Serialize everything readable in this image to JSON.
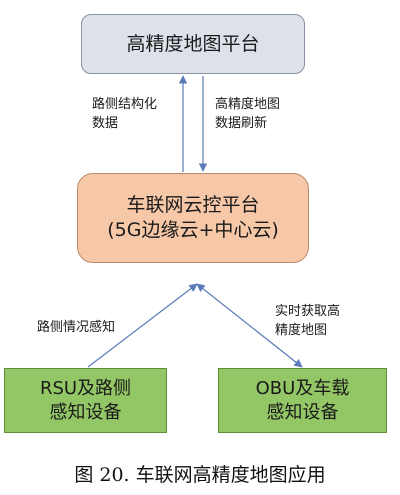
{
  "diagram": {
    "hd_map_platform": {
      "label": "高精度地图平台"
    },
    "cloud_platform": {
      "line1": "车联网云控平台",
      "line2": "(5G边缘云+中心云)"
    },
    "rsu_device": {
      "line1": "RSU及路侧",
      "line2": "感知设备"
    },
    "obu_device": {
      "line1": "OBU及车载",
      "line2": "感知设备"
    },
    "edges": {
      "up_label": {
        "line1": "路侧结构化",
        "line2": "数据"
      },
      "down_label": {
        "line1": "高精度地图",
        "line2": "数据刷新"
      },
      "rsu_label": "路侧情况感知",
      "obu_label": {
        "line1": "实时获取高",
        "line2": "精度地图"
      }
    }
  },
  "caption": "图 20. 车联网高精度地图应用",
  "colors": {
    "hd_map_fill": "#dde1ea",
    "cloud_fill": "#f7c8a8",
    "device_fill": "#93c766",
    "arrow": "#5b7bb8"
  }
}
